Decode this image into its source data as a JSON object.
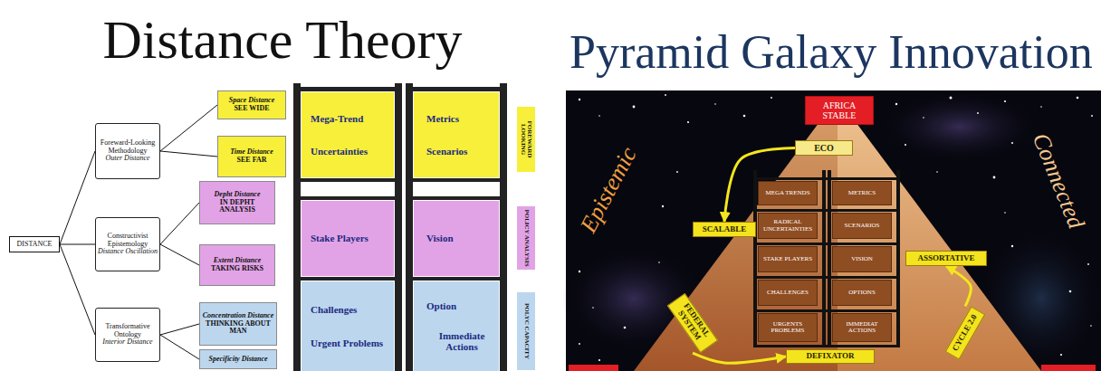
{
  "diagram": {
    "nodes": [
      {
        "text": [
          "DISTANCE"
        ]
      },
      {
        "text": [
          "Foreward-Looking Methodology",
          "Outer Distance"
        ]
      },
      {
        "text": [
          "Constructivist Epistemology",
          "Distance Oscillation"
        ]
      },
      {
        "text": [
          "Transformative Ontology",
          "Interior Distance"
        ]
      },
      {
        "text": [
          "Space Distance",
          "SEE WIDE"
        ]
      },
      {
        "text": [
          "Time Distance",
          "SEE FAR"
        ]
      },
      {
        "text": [
          "Depht Distance",
          "IN DEPHT ANALYSIS"
        ]
      },
      {
        "text": [
          "Extent Distance",
          "TAKING RISKS"
        ]
      },
      {
        "text": [
          "Concentration Distance",
          "THINKING ABOUT MAN"
        ]
      },
      {
        "text": [
          "Specificity Distance"
        ]
      },
      {
        "text": [
          "Mega-Trend",
          "Uncertainties"
        ]
      },
      {
        "text": [
          "Metrics",
          "Scenarios"
        ]
      },
      {
        "text": [
          "FOREWARD LOOKING"
        ]
      },
      {
        "text": [
          "Stake Players"
        ]
      },
      {
        "text": [
          "Vision"
        ]
      },
      {
        "text": [
          "POLICY ANALYSIS"
        ]
      },
      {
        "text": [
          "Challenges",
          "Urgent Problems"
        ]
      },
      {
        "text": [
          "Option",
          "Immediate Actions"
        ]
      },
      {
        "text": [
          "POLYC CAPACITY"
        ]
      },
      {
        "text": [
          "AFRICA STABLE"
        ]
      },
      {
        "text": [
          "ECO"
        ]
      },
      {
        "text": [
          "SCALABLE"
        ]
      },
      {
        "text": [
          "MEGA TRENDS"
        ]
      },
      {
        "text": [
          "METRICS"
        ]
      },
      {
        "text": [
          "RADICAL UNCERTAINTIES"
        ]
      },
      {
        "text": [
          "SCENARIOS"
        ]
      },
      {
        "text": [
          "ASSORTATIVE"
        ]
      },
      {
        "text": [
          "STAKE PLAYERS"
        ]
      },
      {
        "text": [
          "VISION"
        ]
      },
      {
        "text": [
          "FEDERAL SYSTEM"
        ]
      },
      {
        "text": [
          "CHALLENGES"
        ]
      },
      {
        "text": [
          "OPTIONS"
        ]
      },
      {
        "text": [
          "URGENTS PROBLEMS"
        ]
      },
      {
        "text": [
          "IMMEDIAT ACTIONS"
        ]
      },
      {
        "text": [
          "CYCLE 2.0"
        ]
      },
      {
        "text": [
          "DEFIXATOR"
        ]
      }
    ],
    "edges": [
      {
        "from": 0,
        "to": 1,
        "arrow": "none"
      },
      {
        "from": 0,
        "to": 2,
        "arrow": "none"
      },
      {
        "from": 0,
        "to": 3,
        "arrow": "none"
      },
      {
        "from": 1,
        "to": 4,
        "arrow": "none"
      },
      {
        "from": 1,
        "to": 5,
        "arrow": "none"
      },
      {
        "from": 2,
        "to": 6,
        "arrow": "none"
      },
      {
        "from": 2,
        "to": 7,
        "arrow": "none"
      },
      {
        "from": 3,
        "to": 8,
        "arrow": "none"
      },
      {
        "from": 3,
        "to": 9,
        "arrow": "none"
      },
      {
        "from": 20,
        "to": 21,
        "arrow": "to"
      },
      {
        "from": 34,
        "to": 26,
        "arrow": "to"
      },
      {
        "from": 29,
        "to": 35,
        "arrow": "to"
      }
    ],
    "labels": [
      "Distance Theory",
      "Pyramid Galaxy Innovation",
      "Epistemic",
      "Connected"
    ]
  }
}
